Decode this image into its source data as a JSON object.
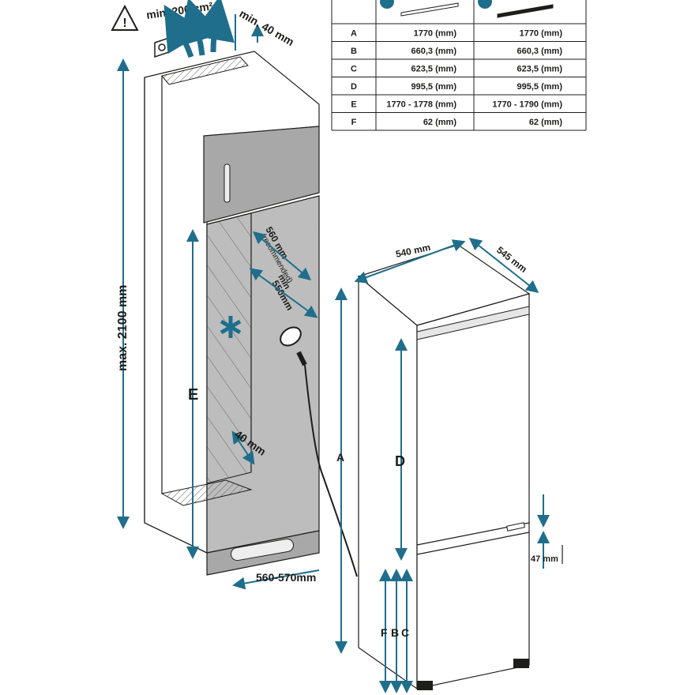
{
  "warning_text": "min. 200 cm²",
  "top_gap_text": "min. 40 mm",
  "max_height_text": "max. 2100 mm",
  "recommended_depth_text": "560 mm",
  "recommended_note_text": "(recommended)",
  "min_depth_min_text": "min",
  "min_depth_value_text": "550mm",
  "rear_gap_text": "40 mm",
  "niche_width_text": "560-570mm",
  "label_E": "E",
  "label_A": "A",
  "label_D": "D",
  "label_F": "F",
  "label_B": "B",
  "label_C": "C",
  "appliance_width_text": "540 mm",
  "appliance_depth_text": "545 mm",
  "divider_gap_text": "47 mm",
  "table": {
    "rows": [
      {
        "key": "A",
        "col1": "1770 (mm)",
        "col2": "1770 (mm)"
      },
      {
        "key": "B",
        "col1": "660,3 (mm)",
        "col2": "660,3 (mm)"
      },
      {
        "key": "C",
        "col1": "623,5 (mm)",
        "col2": "623,5 (mm)"
      },
      {
        "key": "D",
        "col1": "995,5 (mm)",
        "col2": "995,5 (mm)"
      },
      {
        "key": "E",
        "col1": "1770 - 1778 (mm)",
        "col2": "1770 - 1790 (mm)"
      },
      {
        "key": "F",
        "col1": "62 (mm)",
        "col2": "62 (mm)"
      }
    ]
  },
  "colors": {
    "dimension": "#1f6e8c",
    "line": "#1d1d1b",
    "panel": "#a8a8a8",
    "niche_back": "#bdbdbd"
  },
  "icons": [
    "warning-icon",
    "plug-icon",
    "cooling-symbol-icon",
    "airflow-arrows-icon"
  ]
}
